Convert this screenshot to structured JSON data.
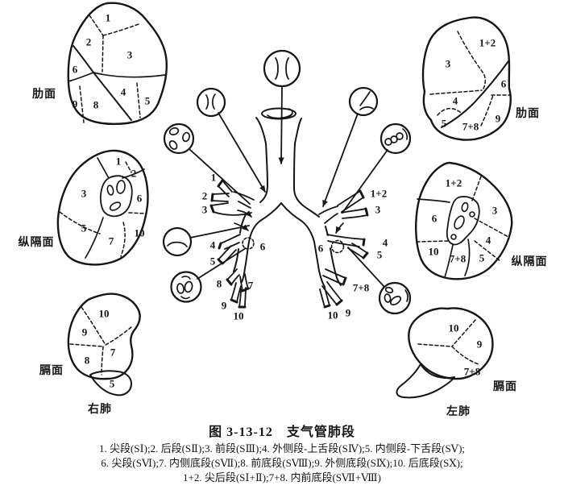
{
  "colors": {
    "ink": "#161616",
    "background": "#ffffff"
  },
  "caption": {
    "title": "图 3-13-12　支气管肺段",
    "legend_lines": [
      "1. 尖段(SⅠ);2. 后段(SⅡ);3. 前段(SⅢ);4. 外侧段-上舌段(SⅣ);5. 内侧段-下舌段(SⅤ);",
      "6. 尖段(SⅥ);7. 内侧底段(SⅦ);8. 前底段(SⅧ);9. 外侧底段(SⅨ);10. 后底段(SⅩ);",
      "1+2. 尖后段(SⅠ+Ⅱ);7+8. 内前底段(SⅦ+Ⅷ)"
    ]
  },
  "views": {
    "right_costal": {
      "face_label": "肋面",
      "segments": [
        "1",
        "2",
        "3",
        "6",
        "4",
        "5",
        "9",
        "8"
      ]
    },
    "right_mediastinal": {
      "face_label": "纵隔面",
      "segments": [
        "1",
        "2",
        "3",
        "6",
        "5",
        "10",
        "7"
      ]
    },
    "right_diaphragmatic": {
      "face_label": "膈面",
      "lung_label": "右肺",
      "segments": [
        "10",
        "9",
        "7",
        "8",
        "5"
      ]
    },
    "left_costal": {
      "face_label": "肋面",
      "segments": [
        "1+2",
        "3",
        "6",
        "4",
        "5",
        "7+8",
        "9"
      ]
    },
    "left_mediastinal": {
      "face_label": "纵隔面",
      "segments": [
        "1+2",
        "3",
        "6",
        "4",
        "10",
        "7+8",
        "5"
      ]
    },
    "left_diaphragmatic": {
      "face_label": "膈面",
      "lung_label": "左肺",
      "segments": [
        "10",
        "9",
        "7+8"
      ]
    }
  },
  "tree": {
    "right_segment_labels": [
      "1",
      "2",
      "3",
      "4",
      "5",
      "6",
      "8",
      "7",
      "9",
      "10"
    ],
    "left_segment_labels": [
      "1+2",
      "3",
      "4",
      "5",
      "6",
      "7+8",
      "10",
      "9"
    ]
  }
}
